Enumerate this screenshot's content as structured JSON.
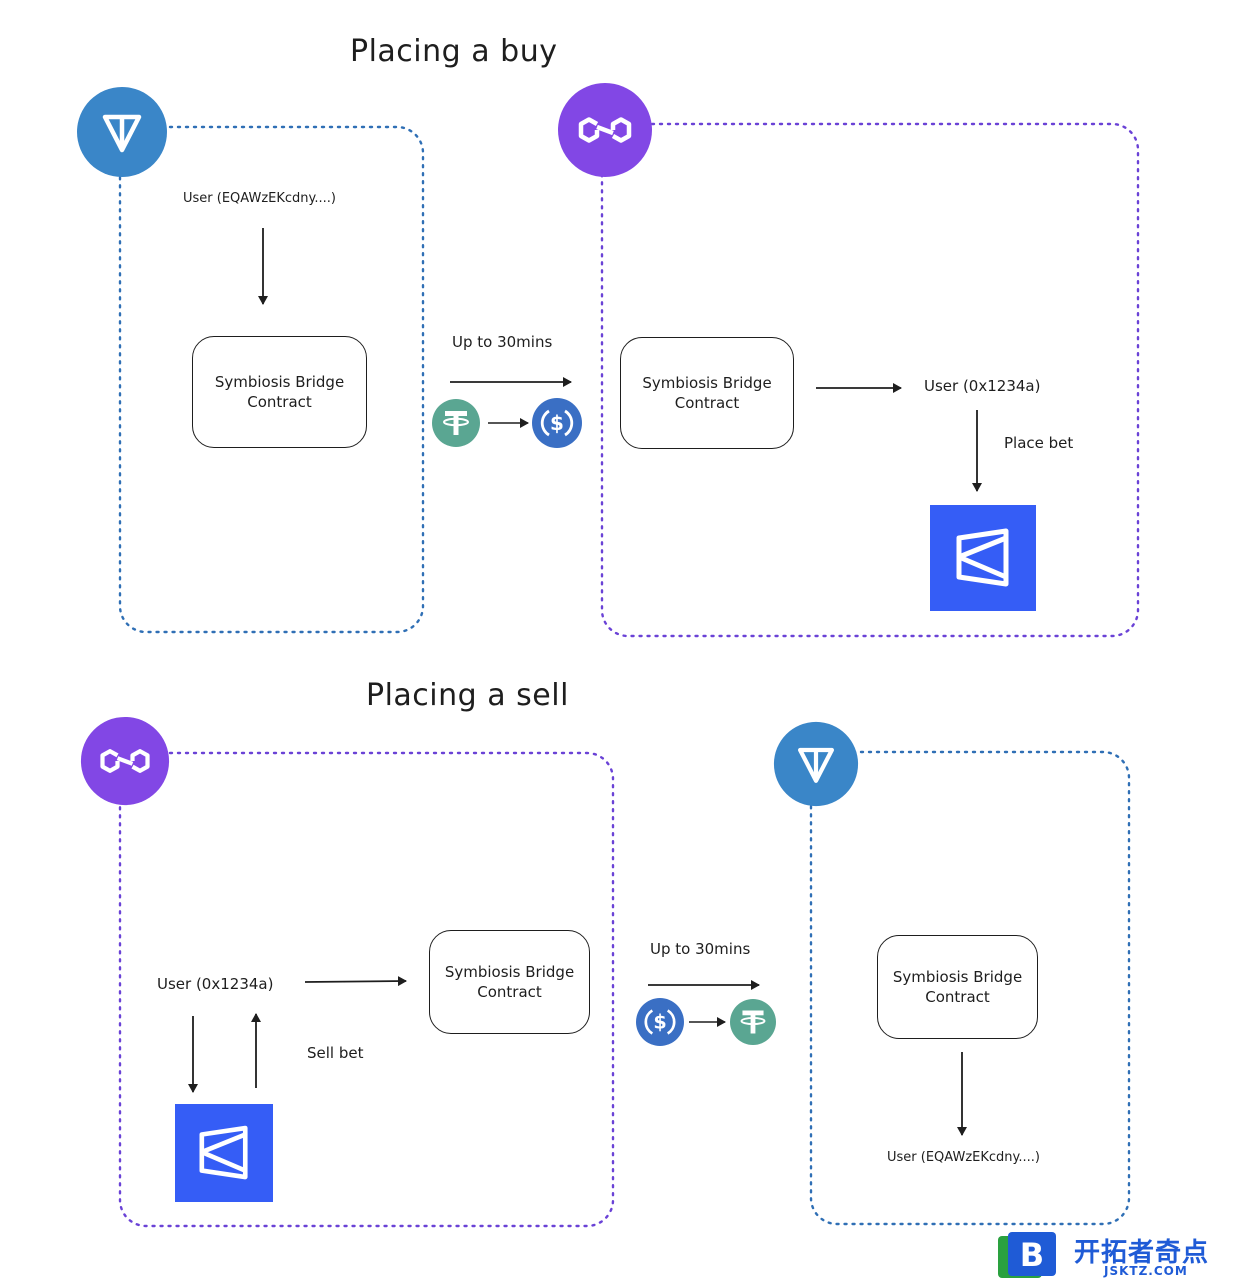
{
  "buy": {
    "title": "Placing a buy",
    "ton_user": "User (EQAWzEKcdny....)",
    "ton_contract_line1": "Symbiosis Bridge",
    "ton_contract_line2": "Contract",
    "transfer_label": "Up to 30mins",
    "polygon_contract_line1": "Symbiosis Bridge",
    "polygon_contract_line2": "Contract",
    "polygon_user": "User (0x1234a)",
    "action_label": "Place bet"
  },
  "sell": {
    "title": "Placing a sell",
    "polygon_user": "User (0x1234a)",
    "action_label": "Sell bet",
    "polygon_contract_line1": "Symbiosis Bridge",
    "polygon_contract_line2": "Contract",
    "transfer_label": "Up to 30mins",
    "ton_contract_line1": "Symbiosis Bridge",
    "ton_contract_line2": "Contract",
    "ton_user": "User (EQAWzEKcdny....)"
  },
  "watermark": {
    "name": "开拓者奇点",
    "domain": "JSKTZ.COM"
  },
  "colors": {
    "ton": "#3a86c8",
    "polygon": "#8247e5",
    "usdt": "#5aa692",
    "usdc": "#3a6fc4",
    "app_blue": "#355df6",
    "ton_dotted": "#2f6fb5",
    "polygon_dotted": "#6a42d6"
  },
  "icons": [
    "ton-icon",
    "polygon-icon",
    "usdt-icon",
    "usdc-icon",
    "app-logo-icon"
  ]
}
